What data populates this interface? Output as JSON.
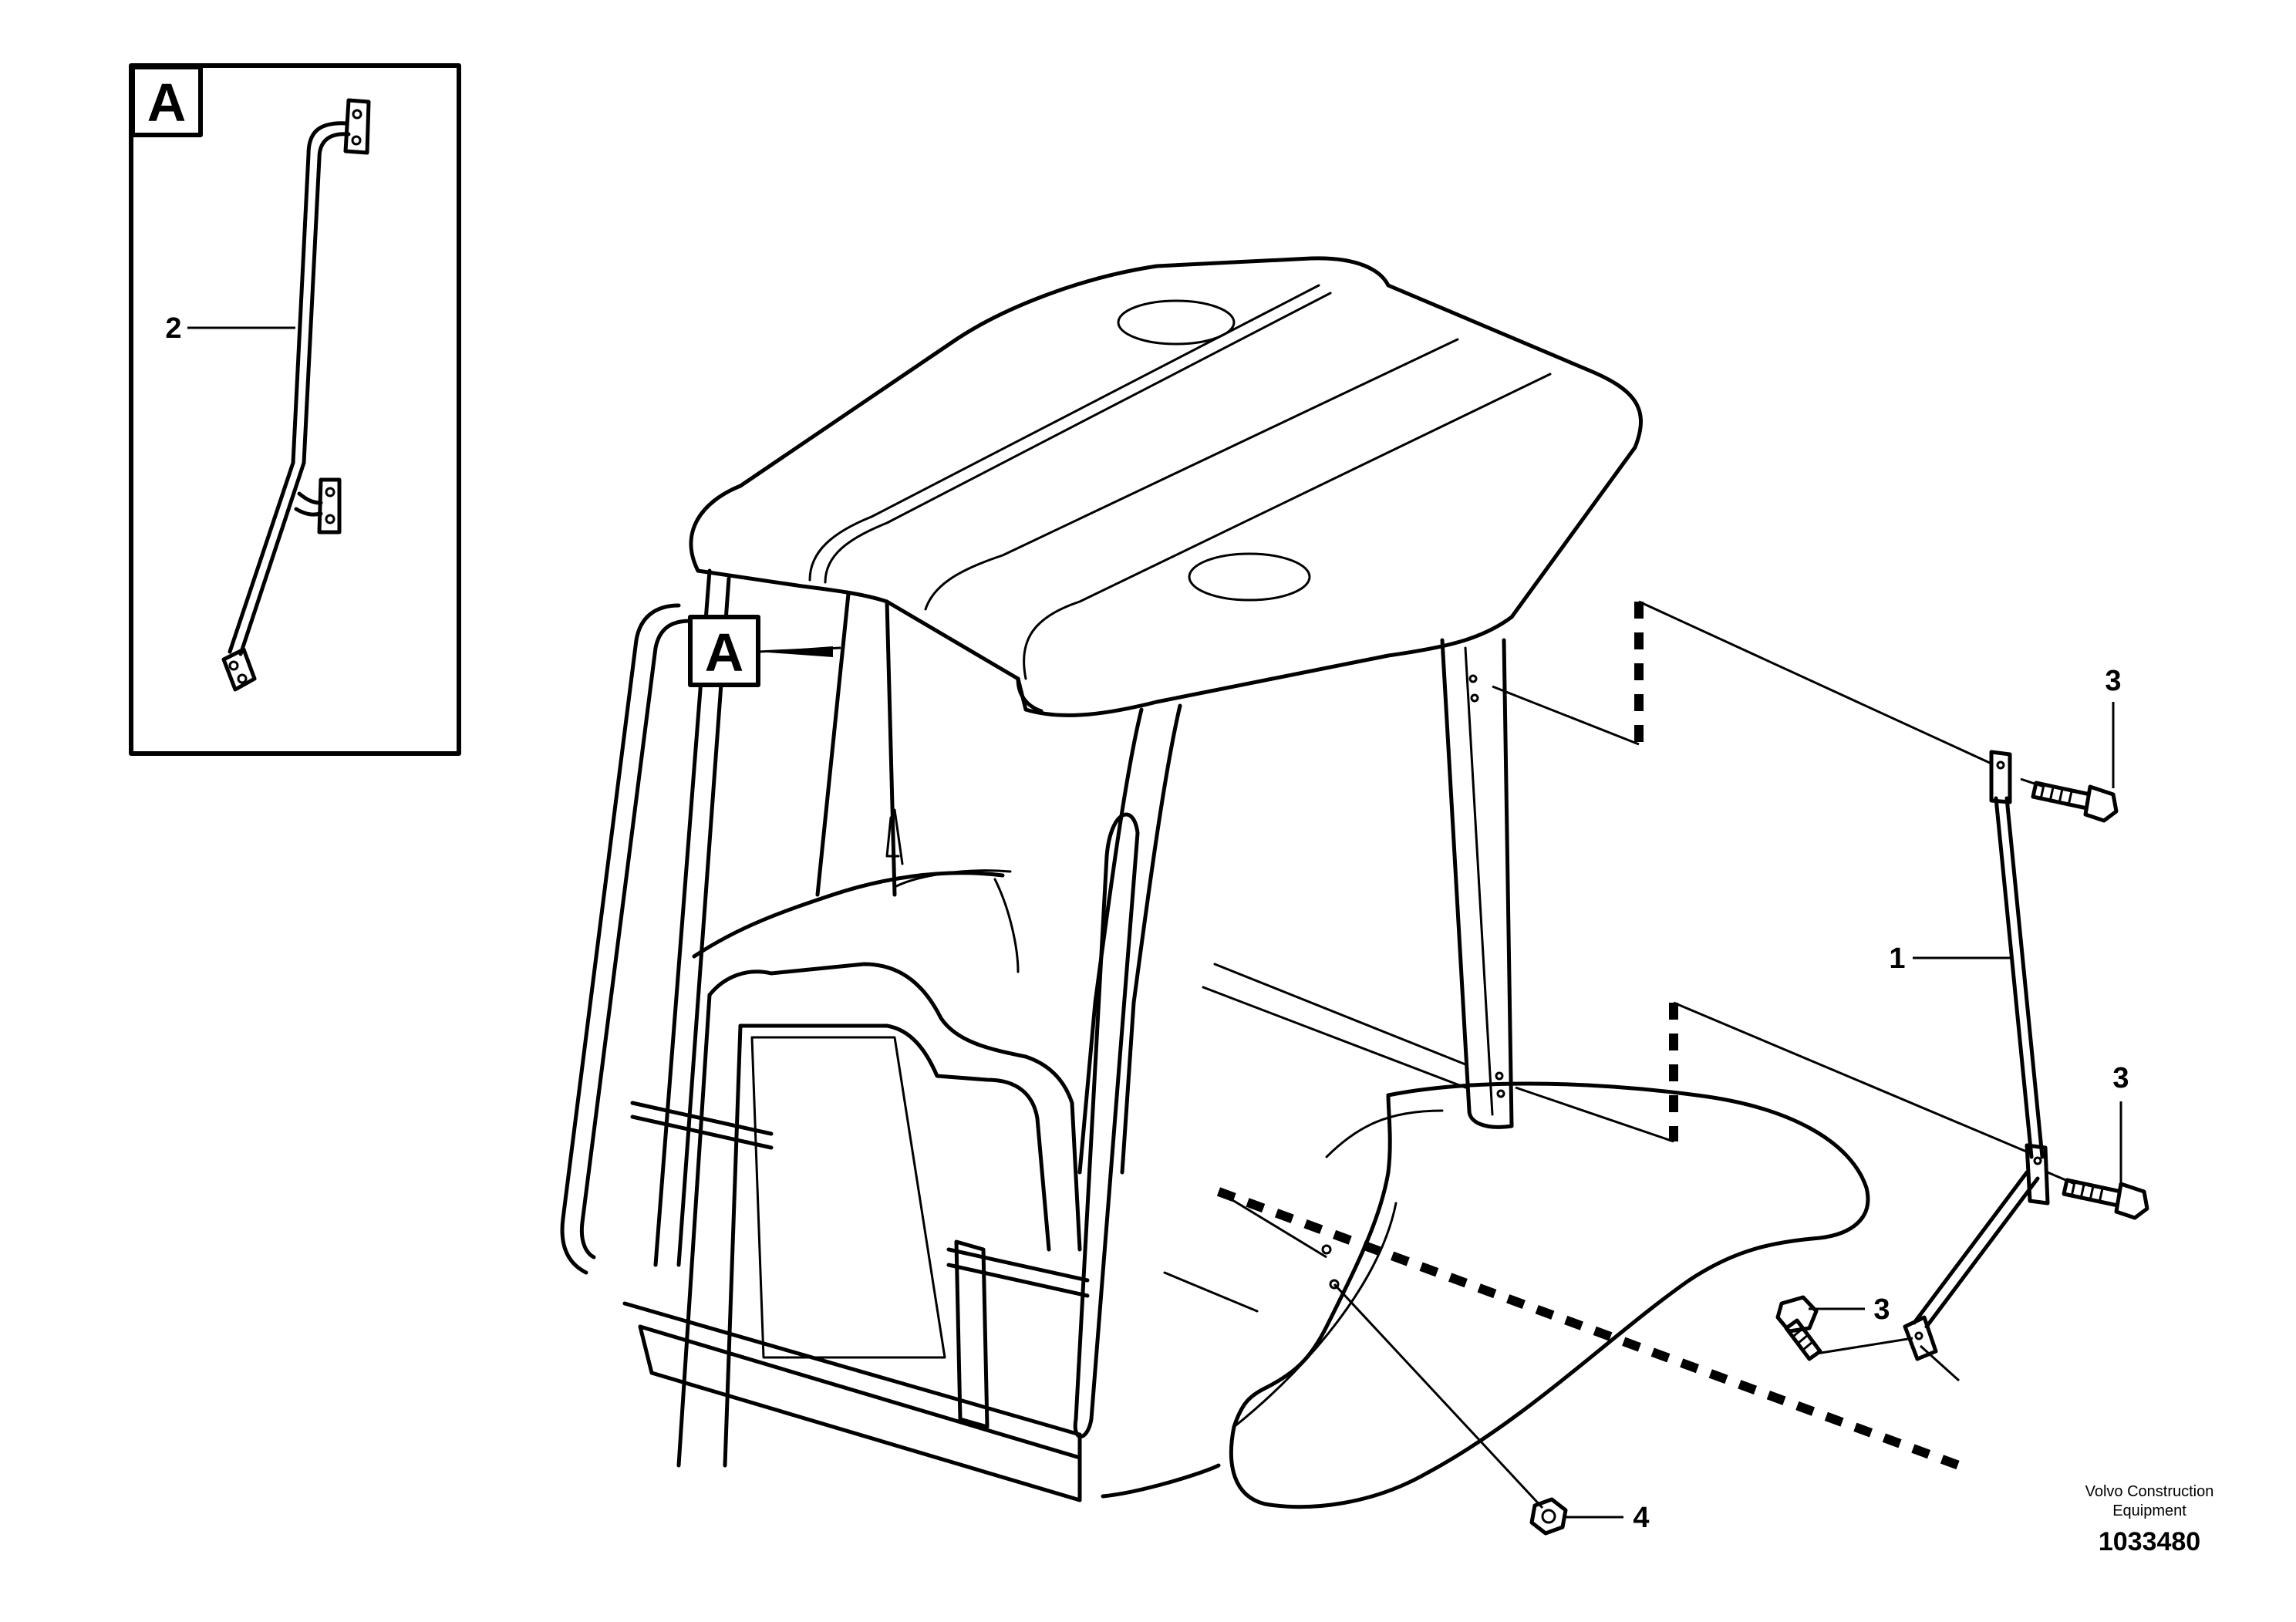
{
  "detail_view": {
    "label": "A",
    "part_callout": "2"
  },
  "main_view": {
    "view_marker": "A"
  },
  "callouts": [
    {
      "id": "part-1",
      "text": "1"
    },
    {
      "id": "part-3-top",
      "text": "3"
    },
    {
      "id": "part-3-mid",
      "text": "3"
    },
    {
      "id": "part-3-low",
      "text": "3"
    },
    {
      "id": "part-4",
      "text": "4"
    }
  ],
  "footer": {
    "brand_line1": "Volvo Construction",
    "brand_line2": "Equipment",
    "drawing_number": "1033480"
  }
}
